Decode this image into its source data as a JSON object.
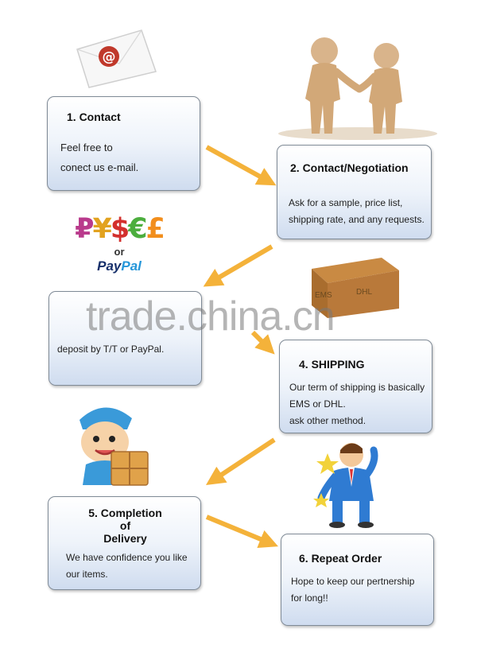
{
  "steps": [
    {
      "title": "1.  Contact",
      "lines": [
        "Feel free to",
        "conect us e-mail."
      ]
    },
    {
      "title": "2.  Contact/Negotiation",
      "lines": [
        "Ask for a sample, price list,",
        "shipping rate, and any requests."
      ]
    },
    {
      "title": "",
      "lines": [
        "deposit by T/T or PayPal."
      ]
    },
    {
      "title": "4.  SHIPPING",
      "lines": [
        "Our term of shipping is basically",
        "EMS or DHL.",
        "ask other method."
      ]
    },
    {
      "title_lines": [
        "5.  Completion",
        "of",
        "Delivery"
      ],
      "lines": [
        "We have confidence you like",
        "our items."
      ]
    },
    {
      "title": "6.  Repeat Order",
      "lines": [
        "Hope to keep our pertnership",
        "for long!!"
      ]
    }
  ],
  "payment": {
    "symbols": [
      "₽",
      "¥",
      "$",
      "€",
      "£"
    ],
    "or": "or",
    "paypal_a": "Pay",
    "paypal_b": "Pal"
  },
  "box_labels": {
    "left": "EMS",
    "right": "DHL"
  },
  "watermark": "trade.china.cn",
  "email_symbol": "@",
  "colors": {
    "arrow": "#f4b23a",
    "card_border": "#7f8a96",
    "card_bottom": "#cfdcef",
    "sym_colors": [
      "#b93a8c",
      "#e2a21f",
      "#d3302d",
      "#4cae3e",
      "#f28e1c"
    ]
  }
}
